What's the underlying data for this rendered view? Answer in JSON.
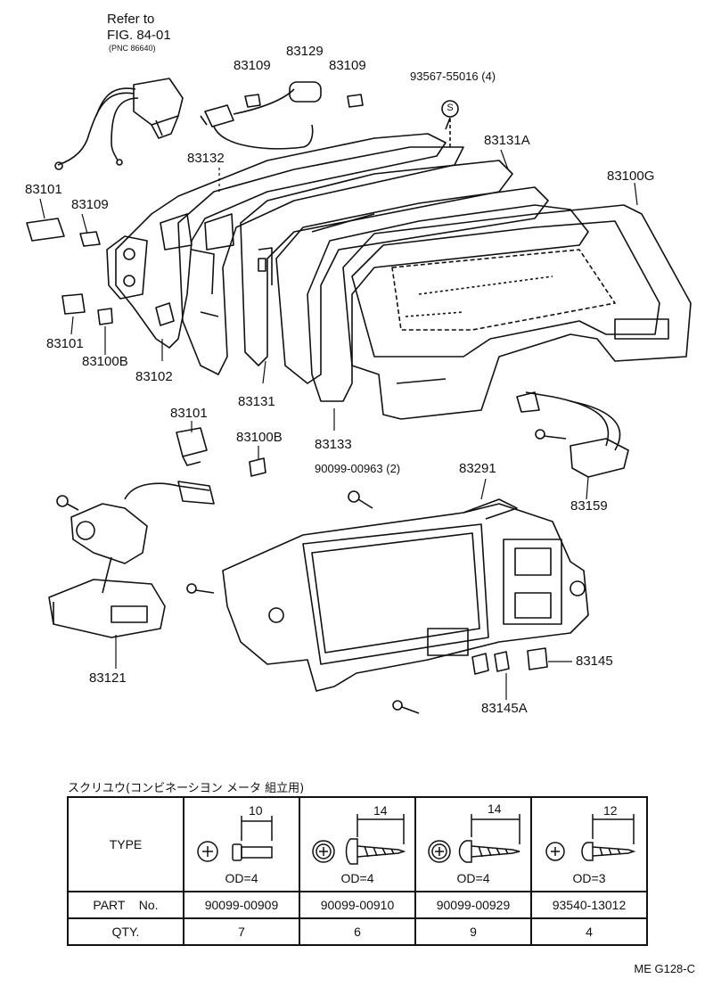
{
  "refer": {
    "line1": "Refer to",
    "line2": "FIG. 84-01",
    "line3": "(PNC 86640)"
  },
  "labels": {
    "p83109a": "83109",
    "p83129": "83129",
    "p83109b": "83109",
    "p93567": "93567-55016 (4)",
    "p83131A": "83131A",
    "p83132": "83132",
    "p83100G": "83100G",
    "p83101a": "83101",
    "p83109c": "83109",
    "p83101b": "83101",
    "p83100Ba": "83100B",
    "p83102": "83102",
    "p83131": "83131",
    "p83101c": "83101",
    "p83100Bb": "83100B",
    "p83133": "83133",
    "p90099": "90099-00963 (2)",
    "p83291": "83291",
    "p83159": "83159",
    "p83145": "83145",
    "p83145A": "83145A",
    "p83121": "83121",
    "s_mark": "S"
  },
  "screw_table": {
    "title": "スクリユウ(コンビネーシヨン メータ 組立用)",
    "row_type": "TYPE",
    "row_part": "PART    No.",
    "row_qty": "QTY.",
    "columns": [
      {
        "dim": "10",
        "od": "OD=4",
        "part": "90099-00909",
        "qty": "7"
      },
      {
        "dim": "14",
        "od": "OD=4",
        "part": "90099-00910",
        "qty": "6"
      },
      {
        "dim": "14",
        "od": "OD=4",
        "part": "90099-00929",
        "qty": "9"
      },
      {
        "dim": "12",
        "od": "OD=3",
        "part": "93540-13012",
        "qty": "4"
      }
    ]
  },
  "figure_code": "ME G128-C"
}
